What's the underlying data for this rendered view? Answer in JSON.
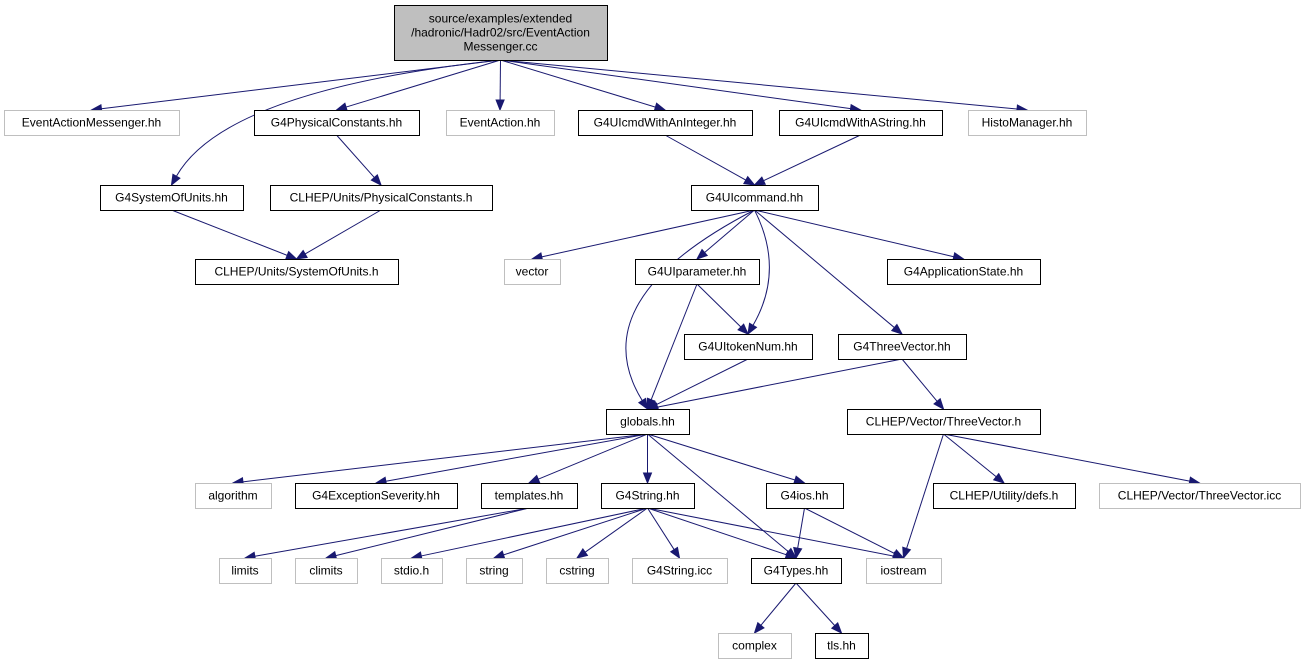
{
  "graph": {
    "nodes": [
      {
        "id": "root",
        "label": [
          "source/examples/extended",
          "/hadronic/Hadr02/src/EventAction",
          "Messenger.cc"
        ],
        "style": "root"
      },
      {
        "id": "eam",
        "label": [
          "EventActionMessenger.hh"
        ],
        "style": "missing"
      },
      {
        "id": "g4pc",
        "label": [
          "G4PhysicalConstants.hh"
        ],
        "style": "normal"
      },
      {
        "id": "ea",
        "label": [
          "EventAction.hh"
        ],
        "style": "missing"
      },
      {
        "id": "uiint",
        "label": [
          "G4UIcmdWithAnInteger.hh"
        ],
        "style": "normal"
      },
      {
        "id": "uistr",
        "label": [
          "G4UIcmdWithAString.hh"
        ],
        "style": "normal"
      },
      {
        "id": "histo",
        "label": [
          "HistoManager.hh"
        ],
        "style": "missing"
      },
      {
        "id": "g4sou",
        "label": [
          "G4SystemOfUnits.hh"
        ],
        "style": "normal"
      },
      {
        "id": "clhep_pc",
        "label": [
          "CLHEP/Units/PhysicalConstants.h"
        ],
        "style": "normal"
      },
      {
        "id": "uicmd",
        "label": [
          "G4UIcommand.hh"
        ],
        "style": "normal"
      },
      {
        "id": "clhep_sou",
        "label": [
          "CLHEP/Units/SystemOfUnits.h"
        ],
        "style": "normal"
      },
      {
        "id": "vector",
        "label": [
          "vector"
        ],
        "style": "missing"
      },
      {
        "id": "uipar",
        "label": [
          "G4UIparameter.hh"
        ],
        "style": "normal"
      },
      {
        "id": "appstate",
        "label": [
          "G4ApplicationState.hh"
        ],
        "style": "normal"
      },
      {
        "id": "uitok",
        "label": [
          "G4UItokenNum.hh"
        ],
        "style": "normal"
      },
      {
        "id": "threevec",
        "label": [
          "G4ThreeVector.hh"
        ],
        "style": "normal"
      },
      {
        "id": "globals",
        "label": [
          "globals.hh"
        ],
        "style": "normal"
      },
      {
        "id": "clhep_tv",
        "label": [
          "CLHEP/Vector/ThreeVector.h"
        ],
        "style": "normal"
      },
      {
        "id": "algorithm",
        "label": [
          "algorithm"
        ],
        "style": "missing"
      },
      {
        "id": "exsev",
        "label": [
          "G4ExceptionSeverity.hh"
        ],
        "style": "normal"
      },
      {
        "id": "templates",
        "label": [
          "templates.hh"
        ],
        "style": "normal"
      },
      {
        "id": "g4string",
        "label": [
          "G4String.hh"
        ],
        "style": "normal"
      },
      {
        "id": "g4ios",
        "label": [
          "G4ios.hh"
        ],
        "style": "normal"
      },
      {
        "id": "defs",
        "label": [
          "CLHEP/Utility/defs.h"
        ],
        "style": "normal"
      },
      {
        "id": "tvicc",
        "label": [
          "CLHEP/Vector/ThreeVector.icc"
        ],
        "style": "missing"
      },
      {
        "id": "limits",
        "label": [
          "limits"
        ],
        "style": "missing"
      },
      {
        "id": "climits",
        "label": [
          "climits"
        ],
        "style": "missing"
      },
      {
        "id": "stdio",
        "label": [
          "stdio.h"
        ],
        "style": "missing"
      },
      {
        "id": "string",
        "label": [
          "string"
        ],
        "style": "missing"
      },
      {
        "id": "cstring",
        "label": [
          "cstring"
        ],
        "style": "missing"
      },
      {
        "id": "g4stricc",
        "label": [
          "G4String.icc"
        ],
        "style": "missing"
      },
      {
        "id": "g4types",
        "label": [
          "G4Types.hh"
        ],
        "style": "normal"
      },
      {
        "id": "iostream",
        "label": [
          "iostream"
        ],
        "style": "missing"
      },
      {
        "id": "complex",
        "label": [
          "complex"
        ],
        "style": "missing"
      },
      {
        "id": "tls",
        "label": [
          "tls.hh"
        ],
        "style": "normal"
      }
    ],
    "edges": [
      [
        "root",
        "eam"
      ],
      [
        "root",
        "g4pc"
      ],
      [
        "root",
        "ea"
      ],
      [
        "root",
        "uiint"
      ],
      [
        "root",
        "uistr"
      ],
      [
        "root",
        "histo"
      ],
      [
        "root",
        "g4sou"
      ],
      [
        "g4pc",
        "clhep_pc"
      ],
      [
        "g4sou",
        "clhep_sou"
      ],
      [
        "clhep_pc",
        "clhep_sou"
      ],
      [
        "uiint",
        "uicmd"
      ],
      [
        "uistr",
        "uicmd"
      ],
      [
        "uicmd",
        "vector"
      ],
      [
        "uicmd",
        "uipar"
      ],
      [
        "uicmd",
        "uitok"
      ],
      [
        "uicmd",
        "appstate"
      ],
      [
        "uicmd",
        "threevec"
      ],
      [
        "uicmd",
        "globals"
      ],
      [
        "uipar",
        "uitok"
      ],
      [
        "uipar",
        "globals"
      ],
      [
        "uitok",
        "globals"
      ],
      [
        "threevec",
        "globals"
      ],
      [
        "threevec",
        "clhep_tv"
      ],
      [
        "globals",
        "algorithm"
      ],
      [
        "globals",
        "exsev"
      ],
      [
        "globals",
        "templates"
      ],
      [
        "globals",
        "g4string"
      ],
      [
        "globals",
        "g4ios"
      ],
      [
        "globals",
        "g4types"
      ],
      [
        "clhep_tv",
        "iostream"
      ],
      [
        "clhep_tv",
        "defs"
      ],
      [
        "clhep_tv",
        "tvicc"
      ],
      [
        "templates",
        "limits"
      ],
      [
        "templates",
        "climits"
      ],
      [
        "g4string",
        "stdio"
      ],
      [
        "g4string",
        "string"
      ],
      [
        "g4string",
        "cstring"
      ],
      [
        "g4string",
        "g4stricc"
      ],
      [
        "g4string",
        "g4types"
      ],
      [
        "g4string",
        "iostream"
      ],
      [
        "g4ios",
        "g4types"
      ],
      [
        "g4ios",
        "iostream"
      ],
      [
        "g4types",
        "complex"
      ],
      [
        "g4types",
        "tls"
      ]
    ]
  },
  "colors": {
    "edge": "#191970",
    "root_fill": "#bfbfbf",
    "normal_border": "#000000",
    "missing_border": "#bfbfbf",
    "text": "#000000"
  }
}
